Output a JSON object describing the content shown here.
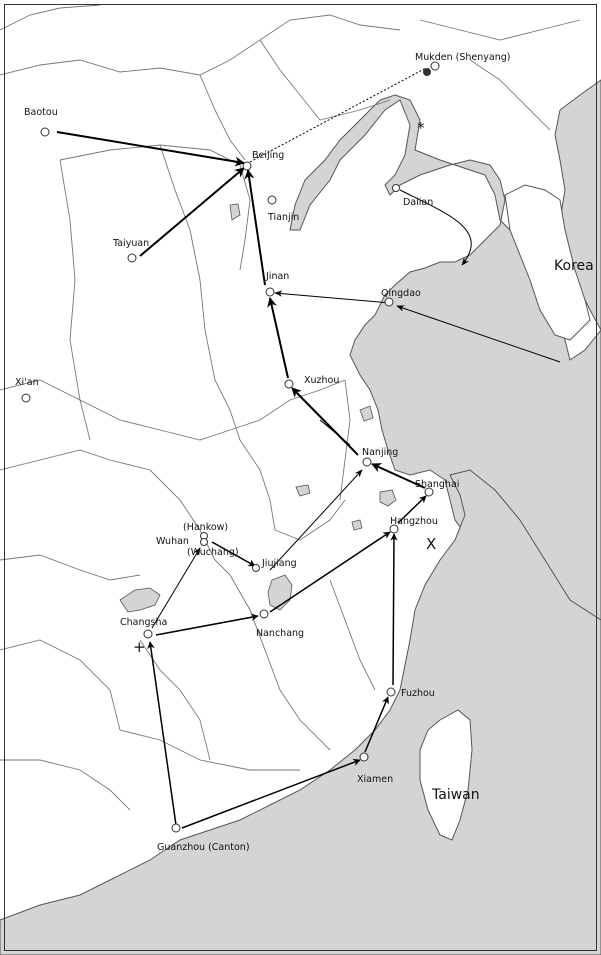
{
  "colors": {
    "sea": "#d4d4d4",
    "land": "#ffffff",
    "border": "#777777",
    "coast": "#555555",
    "route": "#000000"
  },
  "cities": {
    "mukden": "Mukden (Shenyang)",
    "baotou": "Baotou",
    "beijing": "Beijing",
    "tianjin": "Tianjin",
    "dalian": "Dalian",
    "taiyuan": "Taiyuan",
    "jinan": "Jinan",
    "qingdao": "Qingdao",
    "xian": "Xi'an",
    "xuzhou": "Xuzhou",
    "nanjing": "Nanjing",
    "shanghai": "Shanghai",
    "hangzhou": "Hangzhou",
    "hankow": "(Hankow)",
    "wuhan": "Wuhan",
    "wuchang": "(Wuchang)",
    "jiujiang": "Jiujiang",
    "changsha": "Changsha",
    "nanchang": "Nanchang",
    "fuzhou": "Fuzhou",
    "xiamen": "Xiamen",
    "guangzhou": "Guanzhou (Canton)"
  },
  "regions": {
    "korea": "Korea",
    "taiwan": "Taiwan"
  },
  "markers": {
    "star": "*",
    "cross": "X",
    "plus": "+"
  }
}
